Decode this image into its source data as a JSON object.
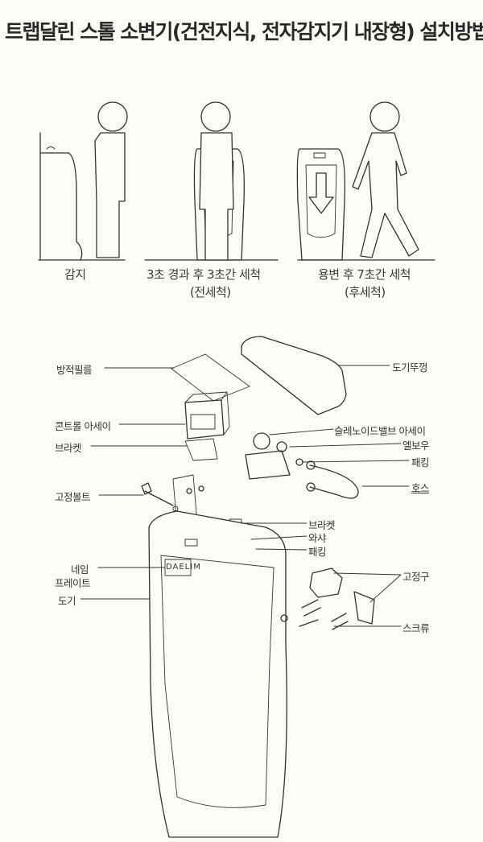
{
  "title": "트랩달린 스톨 소변기(건전지식, 전자감지기 내장형) 설치방법",
  "steps": [
    {
      "caption": "감지",
      "sub": ""
    },
    {
      "caption": "3초 경과 후 3초간 세척",
      "sub": "(전세척)"
    },
    {
      "caption": "용변 후 7초간 세척",
      "sub": "(후세척)"
    }
  ],
  "parts": {
    "film": "방적필름",
    "cover": "도기뚜껑",
    "control": "콘트롤 아세이",
    "bracket_left": "브라켓",
    "bolt": "고정볼트",
    "solenoid": "슬레노이드밸브 아세이",
    "elbow": "엘보우",
    "packing_top": "패킹",
    "hose": "호스",
    "bracket_right": "브라켓",
    "washer": "와샤",
    "packing_bottom": "패킹",
    "fixture": "고정구",
    "screw": "스크류",
    "nameplate_1": "네임",
    "nameplate_2": "프레이트",
    "bowl": "도기"
  },
  "brand": "DAELIM"
}
